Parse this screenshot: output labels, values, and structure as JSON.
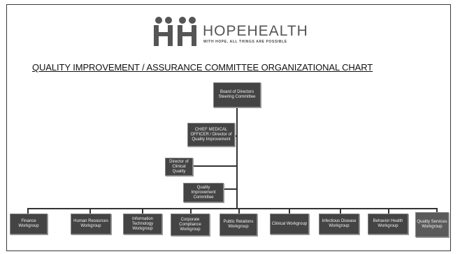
{
  "brand": {
    "name": "HOPEHEALTH",
    "tagline": "WITH HOPE, ALL THINGS ARE POSSIBLE"
  },
  "title": "QUALITY IMPROVEMENT / ASSURANCE COMMITTEE ORGANIZATIONAL CHART",
  "nodes": {
    "board": "Board of Directors Steering Committee",
    "cmo": "CHIEF MEDICAL OFFICER / Director of Quality Improvement",
    "director_clinical": "Director of Clinical Quality",
    "qi_committee": "Quality Improvement Committee"
  },
  "workgroups": [
    "Finance Workgroup",
    "Human Resources Workgroup",
    "Information Technology Workgroup",
    "Corporate Compliance Workgroup",
    "Public Relations Workgroup",
    "Clinical Workgroup",
    "Infectious Disease Workgroup",
    "Behavior Health Workgroup",
    "Quality Services Workgroup"
  ],
  "colors": {
    "node_fill": "#444444",
    "line": "#333333",
    "logo": "#555555"
  }
}
